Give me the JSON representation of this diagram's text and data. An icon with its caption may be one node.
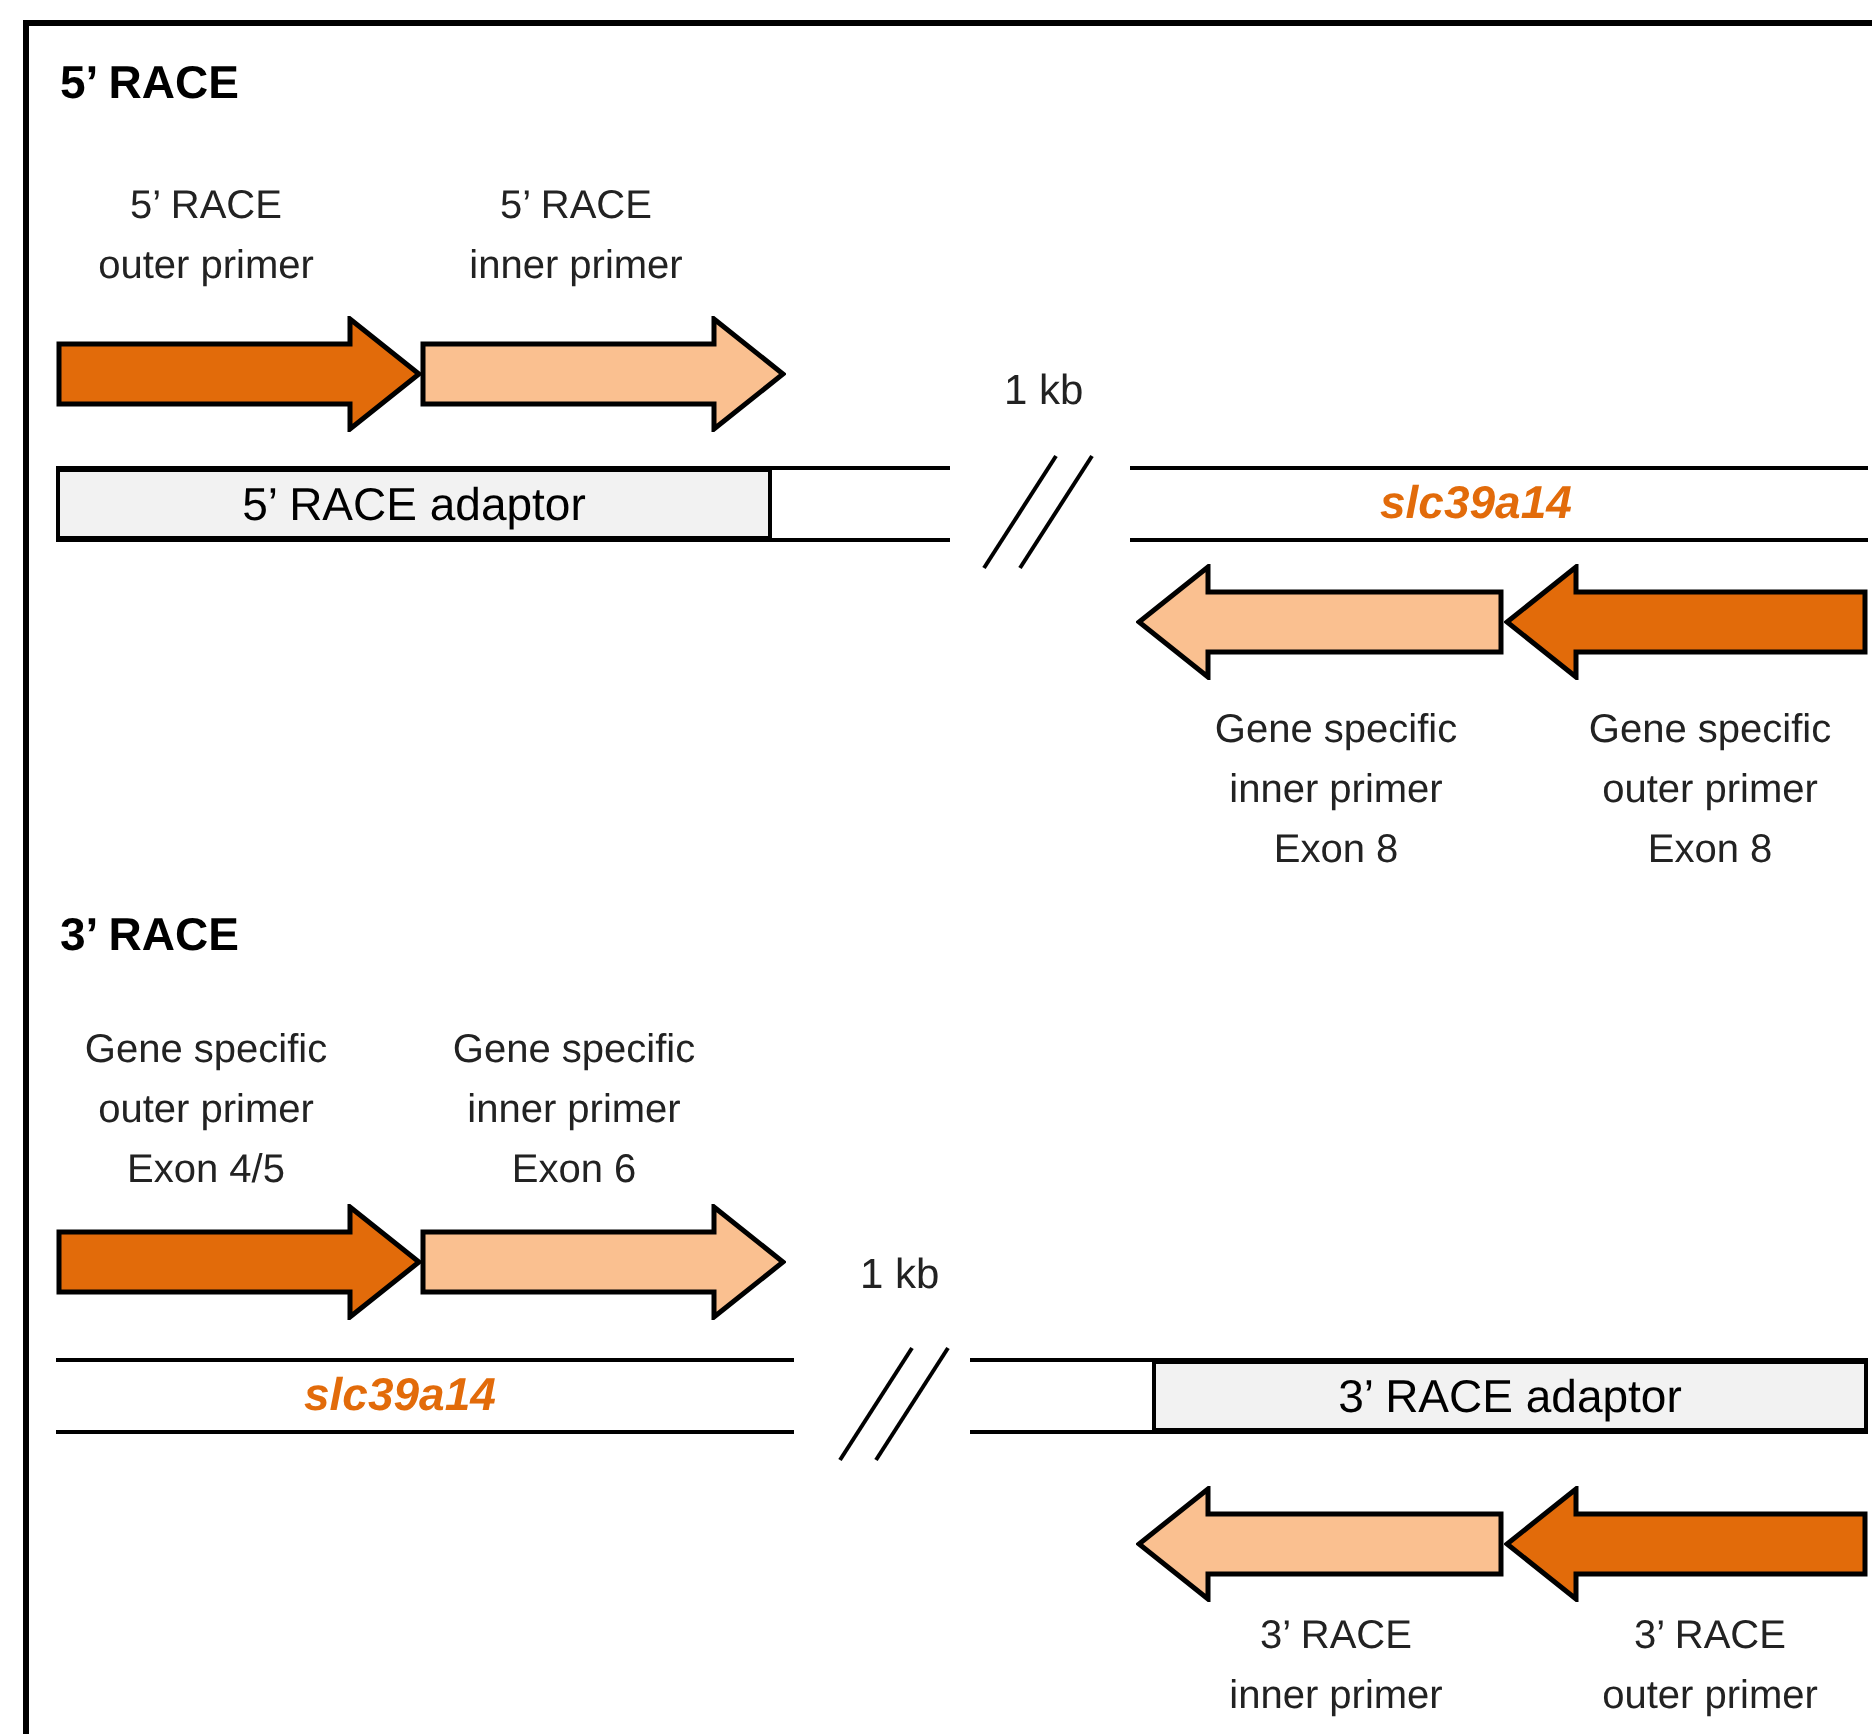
{
  "diagram": {
    "nodes": [
      {
        "text": [
          "5’ RACE outer primer"
        ]
      },
      {
        "text": [
          "5’ RACE inner primer"
        ]
      },
      {
        "text": [
          "5’ RACE adaptor"
        ]
      },
      {
        "text": [
          "Gene specific inner primer Exon 8"
        ]
      },
      {
        "text": [
          "Gene specific outer primer Exon 8"
        ]
      },
      {
        "text": [
          "Gene specific outer primer Exon 4/5"
        ]
      },
      {
        "text": [
          "Gene specific inner primer Exon 6"
        ]
      },
      {
        "text": [
          "3’ RACE adaptor"
        ]
      },
      {
        "text": [
          "3’ RACE inner primer"
        ]
      },
      {
        "text": [
          "3’ RACE outer primer"
        ]
      }
    ],
    "labels": [
      "5’ RACE",
      "1 kb",
      "slc39a14",
      "3’ RACE",
      "1 kb",
      "slc39a14"
    ]
  }
}
